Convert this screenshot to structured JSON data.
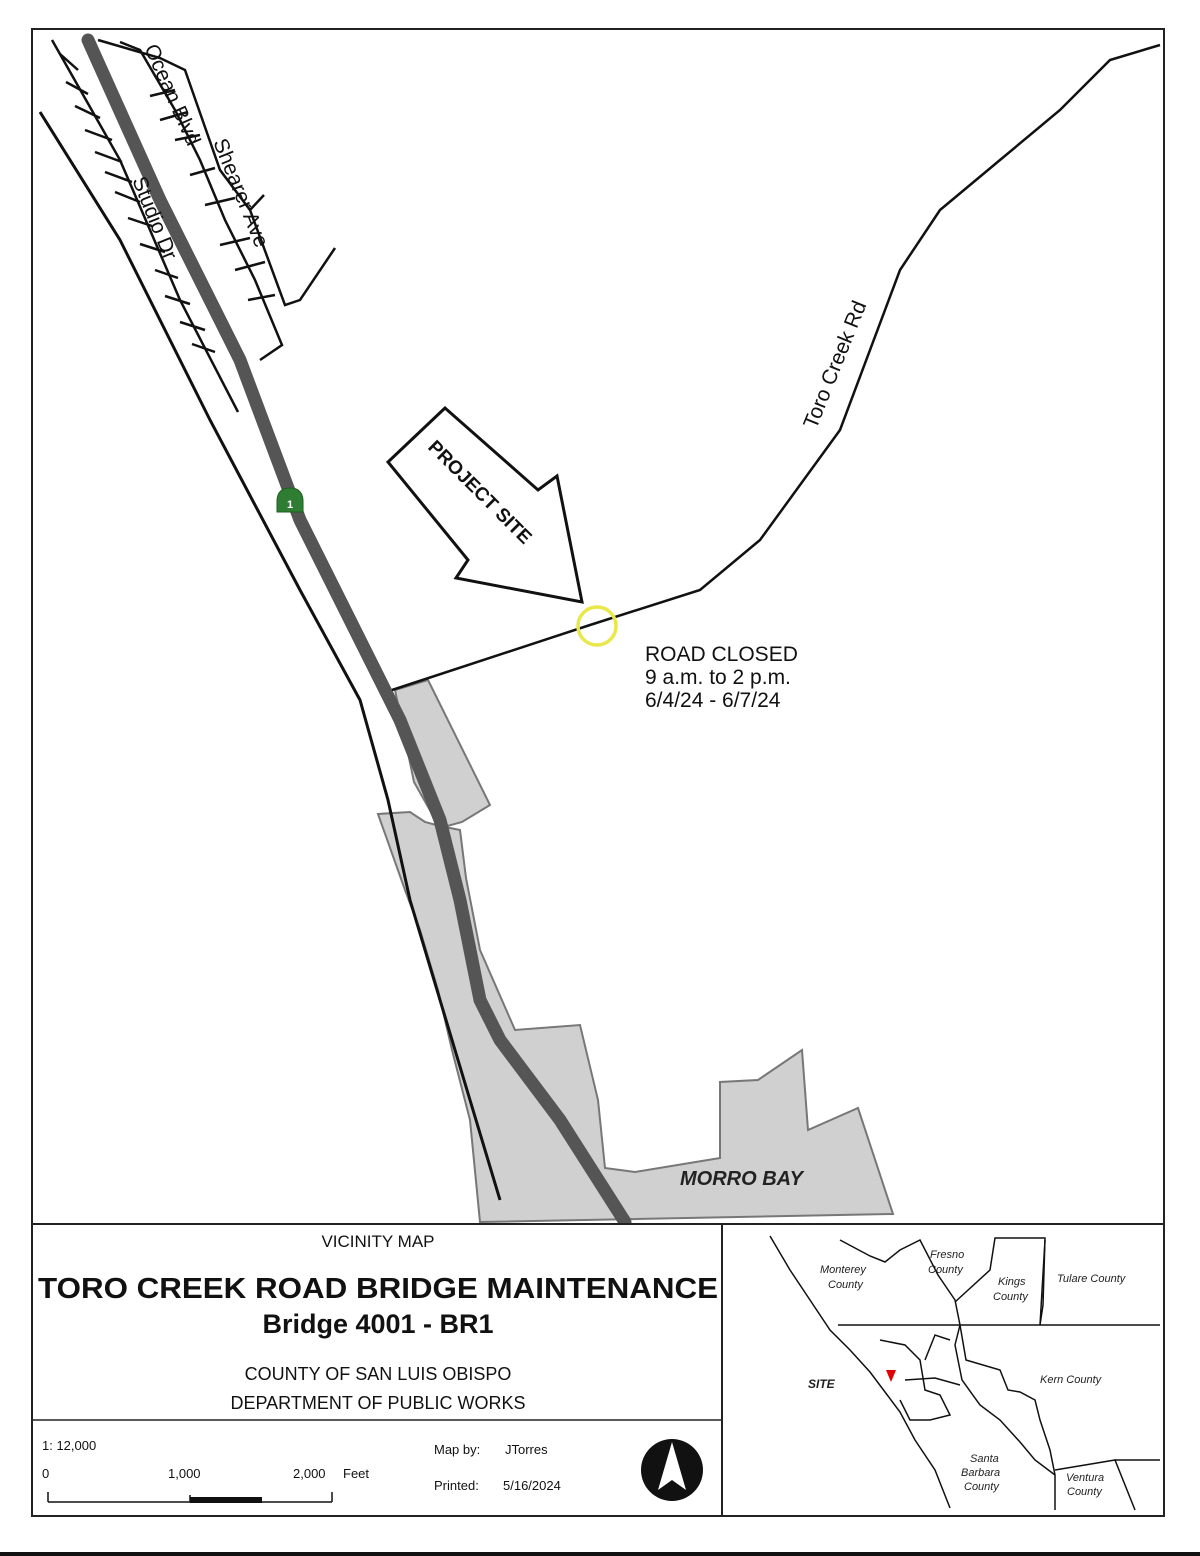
{
  "map": {
    "streets": {
      "ocean_blvd": "Ocean Blvd",
      "shearer_ave": "Shearer Ave",
      "studio_dr": "Studio Dr",
      "toro_creek_rd": "Toro Creek Rd"
    },
    "highway_shield": "1",
    "project_site_label": "PROJECT SITE",
    "closure": {
      "line1": "ROAD CLOSED",
      "line2": "9 a.m. to 2 p.m.",
      "line3": "6/4/24 - 6/7/24"
    },
    "city_label": "MORRO BAY",
    "colors": {
      "highway": "#555555",
      "city_fill": "#d0d0d0",
      "site_marker": "#e8e84a",
      "shield": "#2e7d32"
    }
  },
  "title_block": {
    "subtitle": "VICINITY MAP",
    "title": "TORO CREEK ROAD BRIDGE MAINTENANCE",
    "bridge": "Bridge 4001 - BR1",
    "county": "COUNTY OF SAN LUIS OBISPO",
    "department": "DEPARTMENT OF PUBLIC WORKS",
    "scale": "1: 12,000",
    "scale_ticks": [
      "0",
      "1,000",
      "2,000"
    ],
    "scale_unit": "Feet",
    "map_by_label": "Map by:",
    "map_by": "JTorres",
    "printed_label": "Printed:",
    "printed": "5/16/2024",
    "north_arrow_icon": "north-arrow-icon"
  },
  "inset": {
    "site_label": "SITE",
    "counties": [
      {
        "lines": [
          "Monterey",
          "County"
        ]
      },
      {
        "lines": [
          "Fresno",
          "County"
        ]
      },
      {
        "lines": [
          "Kings",
          "County"
        ]
      },
      {
        "lines": [
          "Tulare County"
        ]
      },
      {
        "lines": [
          "Kern County"
        ]
      },
      {
        "lines": [
          "Santa",
          "Barbara",
          "County"
        ]
      },
      {
        "lines": [
          "Ventura",
          "County"
        ]
      }
    ],
    "site_color": "#e00000"
  }
}
